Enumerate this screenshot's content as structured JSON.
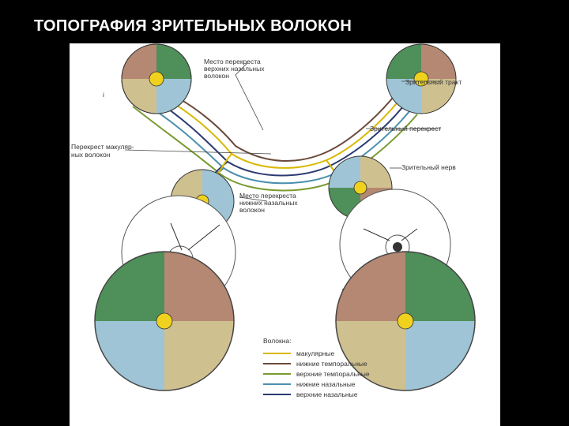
{
  "slide": {
    "title": "ТОПОГРАФИЯ ЗРИТЕЛЬНЫХ ВОЛОКОН"
  },
  "labels": {
    "upper_nasal_crossing_1": "Место перекреста",
    "upper_nasal_crossing_2": "верхних назальных",
    "upper_nasal_crossing_3": "волокон",
    "optic_tract": "Зрительный тракт",
    "chiasm": "Зрительный перекрест",
    "macular_crossing_1": "Перекрест макуляр-",
    "macular_crossing_2": "ных волокон",
    "optic_nerve": "Зрительный нерв",
    "lower_nasal_crossing_1": "Место перекреста",
    "lower_nasal_crossing_2": "нижних назальных",
    "lower_nasal_crossing_3": "волокон",
    "margin_mark": "і"
  },
  "legend": {
    "title": "Волокна:",
    "items": [
      {
        "label": "макулярные",
        "color": "#d9b800"
      },
      {
        "label": "нижние темпоральные",
        "color": "#6a4a3a"
      },
      {
        "label": "верхние темпоральные",
        "color": "#7a9a30"
      },
      {
        "label": "нижние назальные",
        "color": "#4a8fae"
      },
      {
        "label": "верхние назальные",
        "color": "#2a3a70"
      }
    ]
  },
  "colors": {
    "macular": "#f0d21e",
    "sector_green": "#4f8f5a",
    "sector_brown": "#b48872",
    "sector_tan": "#cfc08f",
    "sector_blue": "#9ec4d6",
    "outline": "#333333"
  }
}
